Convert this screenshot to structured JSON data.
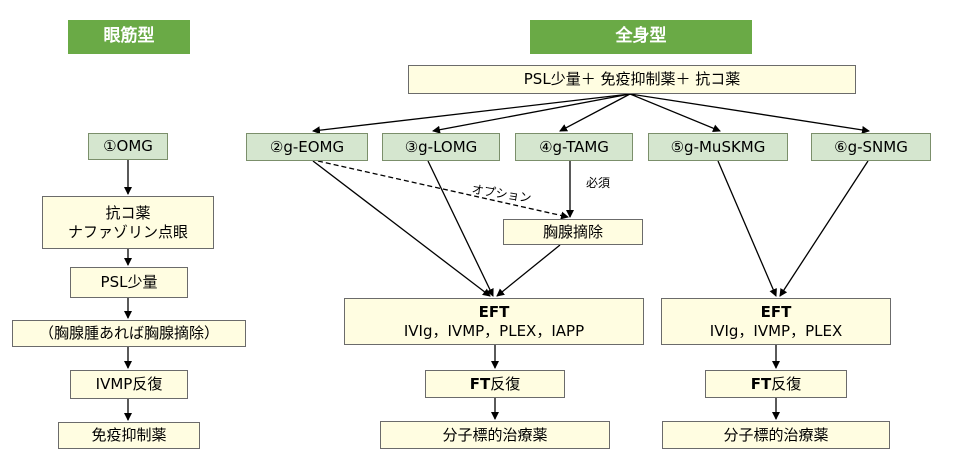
{
  "headers": {
    "ocular": "眼筋型",
    "generalized": "全身型"
  },
  "top_treatment": "PSL少量＋ 免疫抑制薬＋ 抗コ薬",
  "ocular_flow": {
    "type": "①OMG",
    "step1_line1": "抗コ薬",
    "step1_line2": "ナファゾリン点眼",
    "step2": "PSL少量",
    "step3": "（胸腺腫あれば胸腺摘除）",
    "step4": "IVMP反復",
    "step5": "免疫抑制薬"
  },
  "subtypes": [
    "②g-EOMG",
    "③g-LOMG",
    "④g-TAMG",
    "⑤g-MuSKMG",
    "⑥g-SNMG"
  ],
  "thymectomy": "胸腺摘除",
  "labels": {
    "option": "オプション",
    "required": "必須"
  },
  "left_branch": {
    "eft_title": "EFT",
    "eft_items": "IVIg，IVMP，PLEX，IAPP",
    "ft_bold": "FT",
    "ft_rest": "反復",
    "final": "分子標的治療薬"
  },
  "right_branch": {
    "eft_title": "EFT",
    "eft_items": "IVIg，IVMP，PLEX",
    "ft_bold": "FT",
    "ft_rest": "反復",
    "final": "分子標的治療薬"
  },
  "colors": {
    "header_bg": "#6aaa46",
    "subtype_bg": "#d5e6cf",
    "treatment_bg": "#fffde1"
  }
}
